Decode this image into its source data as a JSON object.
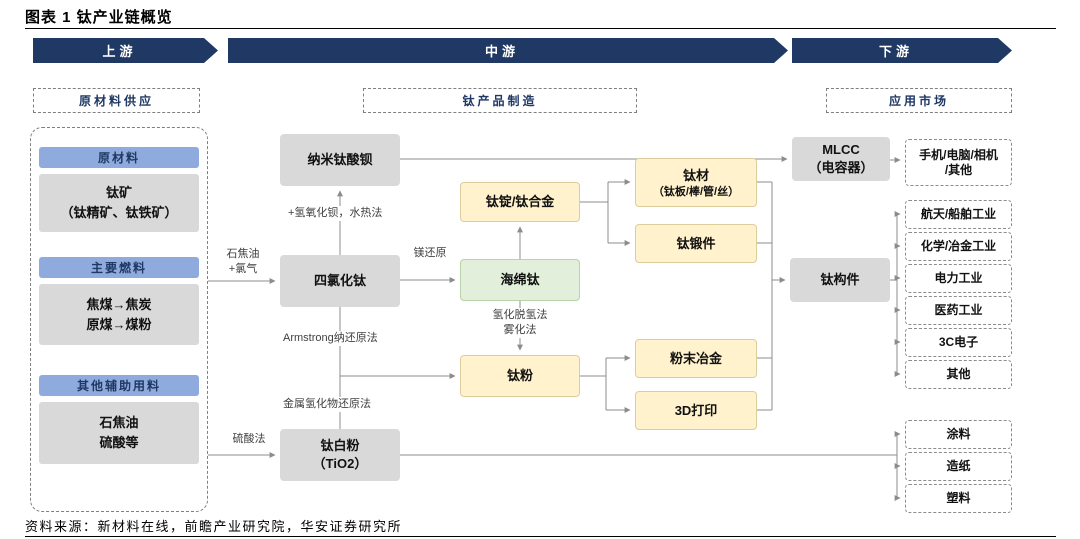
{
  "title": "图表 1 钛产业链概览",
  "banners": {
    "upstream": "上游",
    "midstream": "中游",
    "downstream": "下游"
  },
  "sections": {
    "upstream": "原材料供应",
    "midstream": "钛产品制造",
    "downstream": "应用市场"
  },
  "upstream": {
    "raw_header": "原材料",
    "raw_body": "钛矿\n（钛精矿、钛铁矿）",
    "fuel_header": "主要燃料",
    "fuel_body": "焦煤→焦炭\n原煤→煤粉",
    "aux_header": "其他辅助用料",
    "aux_body": "石焦油\n硫酸等"
  },
  "nodes": {
    "nano": "纳米钛酸钡",
    "ticl4": "四氯化钛",
    "tio2": "钛白粉\n（TiO2）",
    "ingot": "钛锭/钛合金",
    "sponge": "海绵钛",
    "powder": "钛粉",
    "mill_line1": "钛材",
    "mill_line2": "（钛板/棒/管/丝）",
    "forging": "钛锻件",
    "powder_metallurgy": "粉末冶金",
    "printing3d": "3D打印",
    "mlcc": "MLCC\n（电容器）",
    "component": "钛构件"
  },
  "process": {
    "coke_chlorine": "石焦油\n+氯气",
    "barium": "+氢氧化钡，水热法",
    "mg": "镁还原",
    "hdh": "氢化脱氢法\n雾化法",
    "armstrong": "Armstrong纳还原法",
    "hydride": "金属氢化物还原法",
    "sulfuric": "硫酸法"
  },
  "apps": {
    "consumer": "手机/电脑/相机\n/其他",
    "aerospace": "航天/船舶工业",
    "chemical": "化学/冶金工业",
    "power": "电力工业",
    "medical": "医药工业",
    "c3": "3C电子",
    "other": "其他",
    "coating": "涂料",
    "paper": "造纸",
    "plastic": "塑料"
  },
  "source": "资料来源：新材料在线，前瞻产业研究院，华安证券研究所",
  "colors": {
    "banner": "#1F3864",
    "header_blue": "#8FAADC",
    "box_gray": "#D9D9D9",
    "box_yellow": "#FFF2CC",
    "box_green": "#E2EFDA"
  }
}
